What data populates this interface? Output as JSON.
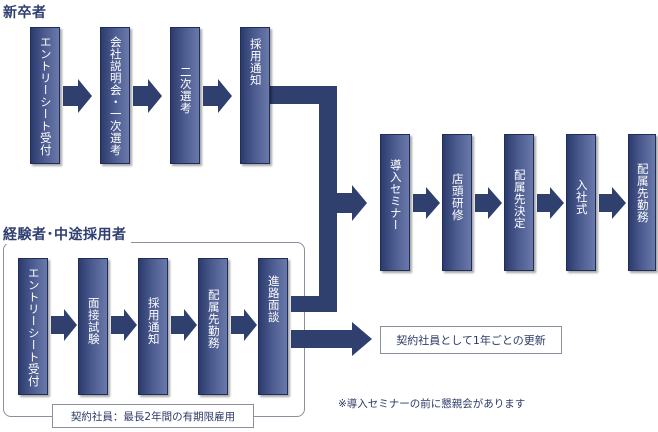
{
  "titles": {
    "new_grad": "新卒者",
    "experienced": "経験者･中途採用者"
  },
  "new_grad_steps": [
    "エントリーシート受付",
    "会社説明会・一次選考",
    "二次選考",
    "採用通知"
  ],
  "experienced_steps": [
    "エントリーシート受付",
    "面接試験",
    "採用通知",
    "配属先勤務",
    "進路面談"
  ],
  "common_steps": [
    "導入セミナー",
    "店頭研修",
    "配属先決定",
    "入社式",
    "配属先勤務"
  ],
  "contract_outcome": "契約社員として1年ごとの更新",
  "contract_tag": "契約社員：最長2年間の有期限雇用",
  "footnote": "※導入セミナーの前に懇親会があります",
  "colors": {
    "box_dark": "#2b3b6d",
    "box_light": "#6a79aa",
    "arrow": "#2f3f6e"
  }
}
